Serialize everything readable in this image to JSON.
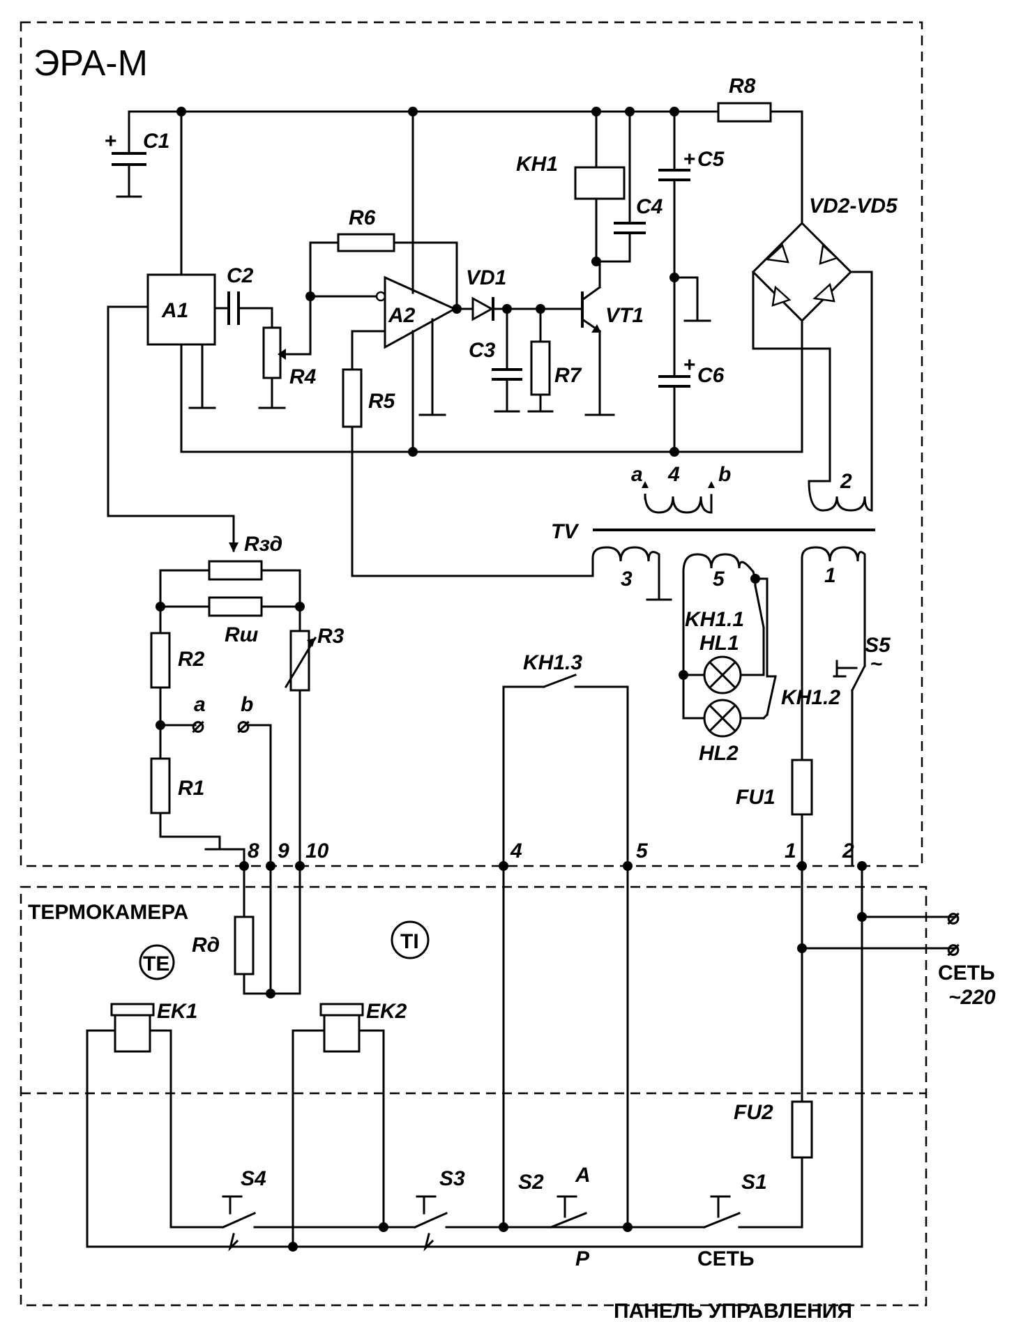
{
  "title": "ЭРА-М",
  "components": {
    "c1": "C1",
    "c2": "C2",
    "c3": "C3",
    "c4": "C4",
    "c5": "C5",
    "c6": "C6",
    "r4": "R4",
    "r5": "R5",
    "r6": "R6",
    "r7": "R7",
    "r8": "R8",
    "a1": "A1",
    "a2": "A2",
    "vd1": "VD1",
    "vt1": "VT1",
    "kh1": "KH1",
    "bridge": "VD2-VD5",
    "tv": "TV",
    "rzd": "Rзд",
    "rsh": "Rш",
    "r1": "R1",
    "r2": "R2",
    "r3": "R3",
    "rd": "Rд",
    "kh11": "KH1.1",
    "kh12": "KH1.2",
    "kh13": "KH1.3",
    "hl1": "HL1",
    "hl2": "HL2",
    "s5": "S5",
    "fu1": "FU1",
    "fu2": "FU2",
    "ek1": "EK1",
    "ek2": "EK2",
    "s1": "S1",
    "s2": "S2",
    "s3": "S3",
    "s4": "S4",
    "te": "TE",
    "ti": "TI"
  },
  "winding_labels": {
    "w1": "1",
    "w2": "2",
    "w3": "3",
    "w4": "4",
    "w5": "5",
    "a": "a",
    "b": "b"
  },
  "terminal_labels": {
    "t1": "1",
    "t2": "2",
    "t4": "4",
    "t5": "5",
    "t8": "8",
    "t9": "9",
    "t10": "10",
    "a": "a",
    "b": "b"
  },
  "section_labels": {
    "thermochamber": "ТЕРМОКАМЕРА",
    "control_panel": "ПАНЕЛЬ УПРАВЛЕНИЯ",
    "mains": "СЕТЬ",
    "mains_voltage": "~220",
    "s1_caption": "СЕТЬ",
    "s2_a": "А",
    "s2_p": "Р"
  }
}
